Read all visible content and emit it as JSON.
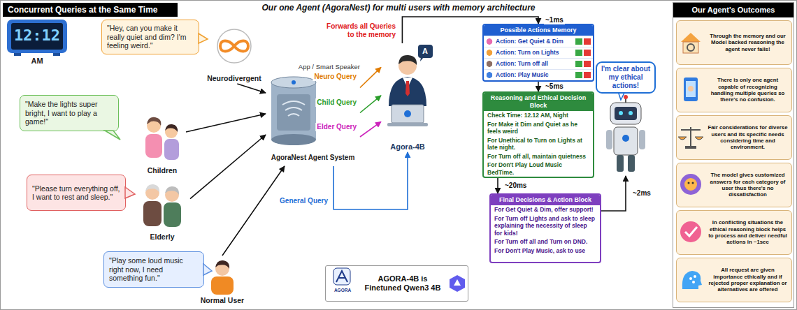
{
  "diagram": {
    "title": "Our one Agent (AgoraNest) for multi users with memory architecture",
    "nodes": [
      {
        "text": [
          "Concurrent Queries at the Same Time"
        ]
      },
      {
        "text": [
          "12:12",
          "AM"
        ]
      },
      {
        "text": [
          "\"Hey, can you make it really quiet and dim? I'm feeling weird.\""
        ]
      },
      {
        "text": [
          "Neurodivergent"
        ]
      },
      {
        "text": [
          "\"Make the lights super bright, I want to play a game!\""
        ]
      },
      {
        "text": [
          "Children"
        ]
      },
      {
        "text": [
          "\"Please turn everything off, I want to rest and sleep.\""
        ]
      },
      {
        "text": [
          "Elderly"
        ]
      },
      {
        "text": [
          "\"Play some loud music right now, I need something fun.\""
        ]
      },
      {
        "text": [
          "Normal User"
        ]
      },
      {
        "text": [
          "App / Smart Speaker",
          "AgoraNest Agent System"
        ]
      },
      {
        "text": [
          "Agora-4B"
        ]
      },
      {
        "text": [
          "Possible Actions Memory",
          "Action: Get Quiet & Dim",
          "Action: Turn on Lights",
          "Action: Turn off all",
          "Action: Play Music"
        ]
      },
      {
        "text": [
          "Reasoning and Ethical Decision Block",
          "Check Time: 12.12 AM, Night",
          "For Make it Dim and Quiet as he feels weird",
          "For Unethical to Turn on Lights at late night.",
          "For Turn off all, maintain quietness",
          "For Don't Play Loud Music BedTime."
        ]
      },
      {
        "text": [
          "Final Decisions & Action Block",
          "For Get Quiet & Dim, offer support!",
          "For Turn off Lights and ask to sleep explaining the necessity of sleep for kids!",
          "For Turn off all and Turn on DND.",
          "For Don't Play Music, ask to use"
        ]
      },
      {
        "text": [
          "I'm clear about my ethical actions!"
        ]
      },
      {
        "text": [
          "AGORA",
          "AGORA-4B is Finetuned Qwen3 4B"
        ]
      },
      {
        "text": [
          "Our Agent's Outcomes"
        ]
      },
      {
        "text": [
          "Through the memory and our Model backed reasoning the agent never fails!"
        ],
        "in": 17
      },
      {
        "text": [
          "There is only one agent capable of recognizing handling multiple queries so there's no confusion."
        ],
        "in": 17
      },
      {
        "text": [
          "Fair considerations for diverse users and its specific needs considering time and environment."
        ],
        "in": 17
      },
      {
        "text": [
          "The model gives customized answers for each category of user thus there's no dissatisfaction"
        ],
        "in": 17
      },
      {
        "text": [
          "In conflicting situations the ethical reasoning block helps to process and deliver needful actions in ~1sec"
        ],
        "in": 17
      },
      {
        "text": [
          "All request are given importance ethically and if rejected proper explanation or alternatives are offered"
        ],
        "in": 17
      }
    ],
    "edges": [
      {
        "from": 3,
        "to": 10,
        "arrow": "to"
      },
      {
        "from": 5,
        "to": 10,
        "arrow": "to"
      },
      {
        "from": 7,
        "to": 10,
        "arrow": "to"
      },
      {
        "from": 9,
        "to": 10,
        "arrow": "to"
      },
      {
        "from": 10,
        "to": 11,
        "label": "Neuro Query",
        "arrow": "to"
      },
      {
        "from": 10,
        "to": 11,
        "label": "Child Query",
        "arrow": "to"
      },
      {
        "from": 10,
        "to": 11,
        "label": "Elder Query",
        "arrow": "to"
      },
      {
        "from": 10,
        "to": 11,
        "label": "General Query",
        "arrow": "to"
      },
      {
        "from": 11,
        "to": 12,
        "label": "Forwards all Queries to the memory",
        "arrow": "to"
      },
      {
        "from": 12,
        "to": 13,
        "arrow": "to"
      },
      {
        "from": 13,
        "to": 14,
        "arrow": "to"
      },
      {
        "from": 14,
        "to": 15,
        "arrow": "to"
      }
    ],
    "labels": [
      "~1ms",
      "~5ms",
      "~20ms",
      "~2ms",
      "A"
    ]
  }
}
